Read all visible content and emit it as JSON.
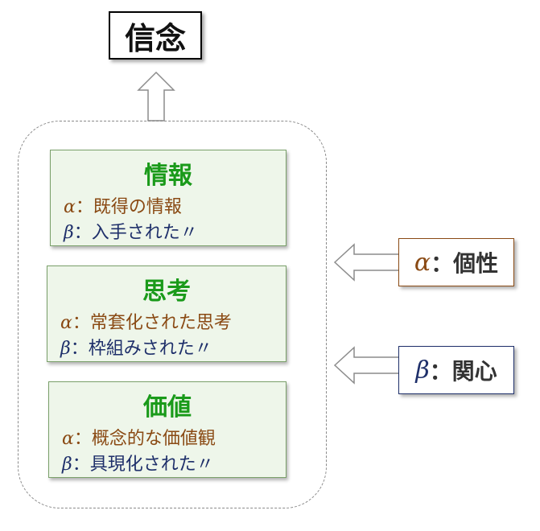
{
  "belief": {
    "label": "信念"
  },
  "cards": [
    {
      "title": "情報",
      "alpha_symbol": "α",
      "alpha_text": "：既得の情報",
      "beta_symbol": "β",
      "beta_text": "：入手された〃"
    },
    {
      "title": "思考",
      "alpha_symbol": "α",
      "alpha_text": "：常套化された思考",
      "beta_symbol": "β",
      "beta_text": "：枠組みされた〃"
    },
    {
      "title": "価値",
      "alpha_symbol": "α",
      "alpha_text": "：概念的な価値観",
      "beta_symbol": "β",
      "beta_text": "：具現化された〃"
    }
  ],
  "side": {
    "alpha": {
      "symbol": "α",
      "text": "：個性"
    },
    "beta": {
      "symbol": "β",
      "text": "：関心"
    }
  },
  "colors": {
    "title_green": "#1a9a1a",
    "alpha_brown": "#8a4a14",
    "beta_navy": "#1e2f6a",
    "card_fill": "#eef6ea"
  }
}
